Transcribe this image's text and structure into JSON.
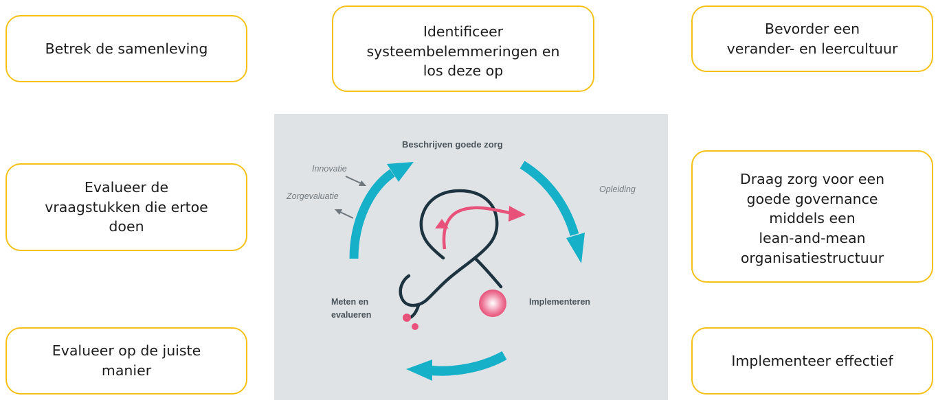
{
  "boxes": {
    "engage_society": "Betrek de samenleving",
    "system_barriers": "Identificeer\nsysteembelemmeringen en\nlos deze op",
    "learning_culture": "Bevorder een\nverander- en leercultuur",
    "evaluate_questions": "Evalueer de\nvraagstukken die ertoe\ndoen",
    "governance": "Draag zorg voor een\ngoede governance\nmiddels een\nlean-and-mean\norganisatiestructuur",
    "evaluate_correctly": "Evalueer op de juiste\nmanier",
    "implement_effectively": "Implementeer effectief"
  },
  "cycle": {
    "describe": "Beschrijven goede zorg",
    "innovation": "Innovatie",
    "care_evaluation": "Zorgevaluatie",
    "training": "Opleiding",
    "measure_line1": "Meten en",
    "measure_line2": "evalueren",
    "implement": "Implementeren"
  },
  "colors": {
    "box_border": "#f5c118",
    "cycle_arrow": "#17b0c9",
    "stethoscope": "#1d3340",
    "accent_pink": "#e8527a",
    "panel_bg": "#dfe3e6"
  }
}
